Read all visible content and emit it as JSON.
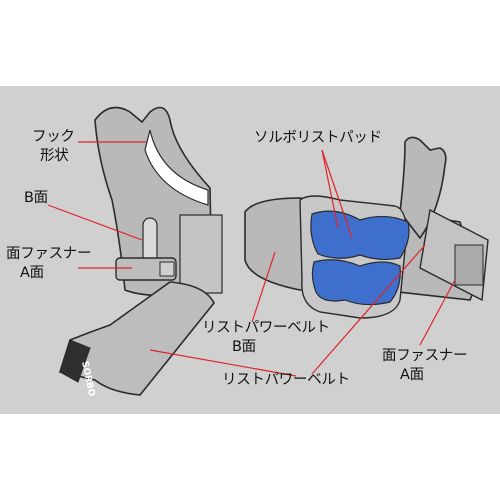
{
  "labels": {
    "hook_shape_line1": "フック",
    "hook_shape_line2": "形状",
    "b_side": "B面",
    "fastener_a_line1": "面ファスナー",
    "fastener_a_line2": "A面",
    "sorbo_pad": "ソルボリストパッド",
    "belt_b_line1": "リストパワーベルト",
    "belt_b_line2": "B面",
    "fastener_a_right_line1": "面ファスナー",
    "fastener_a_right_line2": "A面",
    "belt_bottom": "リストパワーベルト"
  },
  "brand_text": "SORBO",
  "colors": {
    "band": "#d0d0d0",
    "product_gray": "#b9b9b9",
    "outline": "#2b2b2b",
    "pad_blue": "#3f6fcc",
    "leader_red": "#e0242a"
  }
}
